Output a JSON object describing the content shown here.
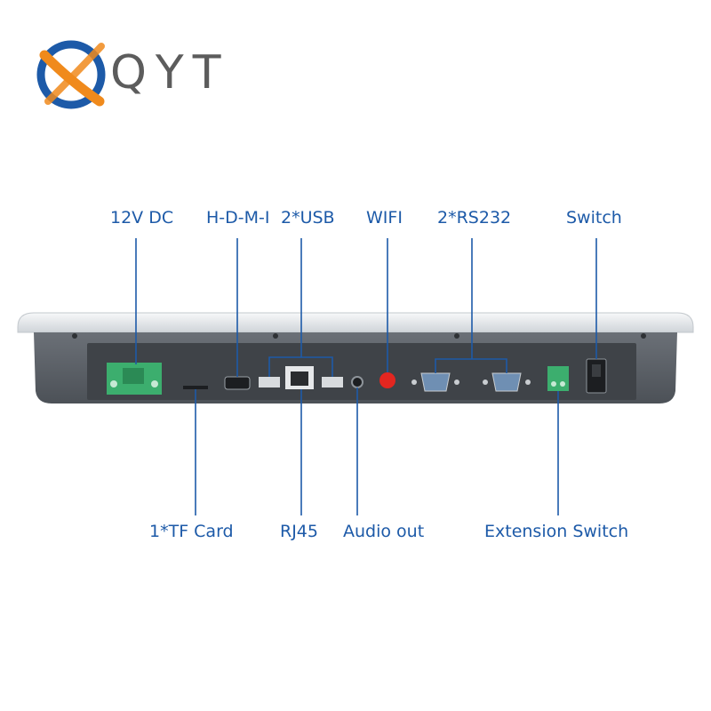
{
  "brand": {
    "name": "QYT",
    "colors": {
      "orange": "#f08a1c",
      "blue": "#1d5aa8",
      "gray": "#5c5c5c"
    }
  },
  "top_labels": {
    "dc": "12V DC",
    "hdmi": "H-D-M-I",
    "usb": "2*USB",
    "wifi": "WIFI",
    "rs232": "2*RS232",
    "switch": "Switch"
  },
  "bottom_labels": {
    "tf": "1*TF Card",
    "rj45": "RJ45",
    "audio": "Audio out",
    "ext_switch": "Extension Switch"
  },
  "colors": {
    "label": "#1d5aa8",
    "panel": "#5d6268",
    "bezel": "#e9ecef",
    "connector": "#3cae6e",
    "antenna": "#e32620"
  }
}
